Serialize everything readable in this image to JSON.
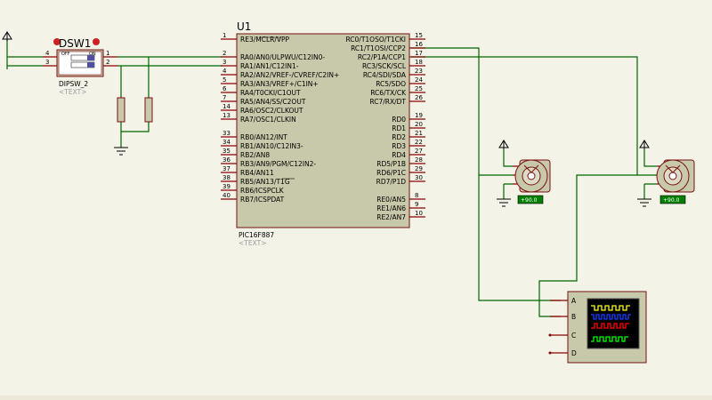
{
  "mcu": {
    "ref": "U1",
    "part": "PIC16F887",
    "text": "<TEXT>",
    "left_pins": [
      {
        "num": "1",
        "name": "RE3/MCLR/VPP"
      },
      {
        "num": "2",
        "name": "RA0/AN0/ULPWU/C12IN0-"
      },
      {
        "num": "3",
        "name": "RA1/AN1/C12IN1-"
      },
      {
        "num": "4",
        "name": "RA2/AN2/VREF-/CVREF/C2IN+"
      },
      {
        "num": "5",
        "name": "RA3/AN3/VREF+/C1IN+"
      },
      {
        "num": "6",
        "name": "RA4/T0CKI/C1OUT"
      },
      {
        "num": "7",
        "name": "RA5/AN4/SS/C2OUT"
      },
      {
        "num": "14",
        "name": "RA6/OSC2/CLKOUT"
      },
      {
        "num": "13",
        "name": "RA7/OSC1/CLKIN"
      },
      {
        "num": "33",
        "name": "RB0/AN12/INT"
      },
      {
        "num": "34",
        "name": "RB1/AN10/C12IN3-"
      },
      {
        "num": "35",
        "name": "RB2/AN8"
      },
      {
        "num": "36",
        "name": "RB3/AN9/PGM/C12IN2-"
      },
      {
        "num": "37",
        "name": "RB4/AN11"
      },
      {
        "num": "38",
        "name": "RB5/AN13/T1G"
      },
      {
        "num": "39",
        "name": "RB6/ICSPCLK"
      },
      {
        "num": "40",
        "name": "RB7/ICSPDAT"
      }
    ],
    "right_pins": [
      {
        "num": "15",
        "name": "RC0/T1OSO/T1CKI"
      },
      {
        "num": "16",
        "name": "RC1/T1OSI/CCP2"
      },
      {
        "num": "17",
        "name": "RC2/P1A/CCP1"
      },
      {
        "num": "18",
        "name": "RC3/SCK/SCL"
      },
      {
        "num": "23",
        "name": "RC4/SDI/SDA"
      },
      {
        "num": "24",
        "name": "RC5/SDO"
      },
      {
        "num": "25",
        "name": "RC6/TX/CK"
      },
      {
        "num": "26",
        "name": "RC7/RX/DT"
      },
      {
        "num": "19",
        "name": "RD0"
      },
      {
        "num": "20",
        "name": "RD1"
      },
      {
        "num": "21",
        "name": "RD2"
      },
      {
        "num": "22",
        "name": "RD3"
      },
      {
        "num": "27",
        "name": "RD4"
      },
      {
        "num": "28",
        "name": "RD5/P1B"
      },
      {
        "num": "29",
        "name": "RD6/P1C"
      },
      {
        "num": "30",
        "name": "RD7/P1D"
      },
      {
        "num": "8",
        "name": "RE0/AN5"
      },
      {
        "num": "9",
        "name": "RE1/AN6"
      },
      {
        "num": "10",
        "name": "RE2/AN7"
      }
    ]
  },
  "dipswitch": {
    "ref": "DSW1",
    "part": "DIPSW_2",
    "text": "<TEXT>",
    "off_label": "OFF",
    "on_label": "ON",
    "pins": [
      "4",
      "3",
      "1",
      "2"
    ]
  },
  "scope": {
    "channels": [
      "A",
      "B",
      "C",
      "D"
    ]
  },
  "servo1": {
    "value": "+90.0"
  },
  "servo2": {
    "value": "+90.0"
  },
  "colors": {
    "wire": "#006400",
    "body_fill": "#c8c8aa",
    "body_stroke": "#7a1010",
    "pin_red": "#8b0000",
    "scope_screen": "#000000",
    "trace_a": "#ffff00",
    "trace_b": "#0040ff",
    "trace_c": "#ff0000",
    "trace_d": "#00ff00",
    "servo_label_bg": "#008000"
  }
}
